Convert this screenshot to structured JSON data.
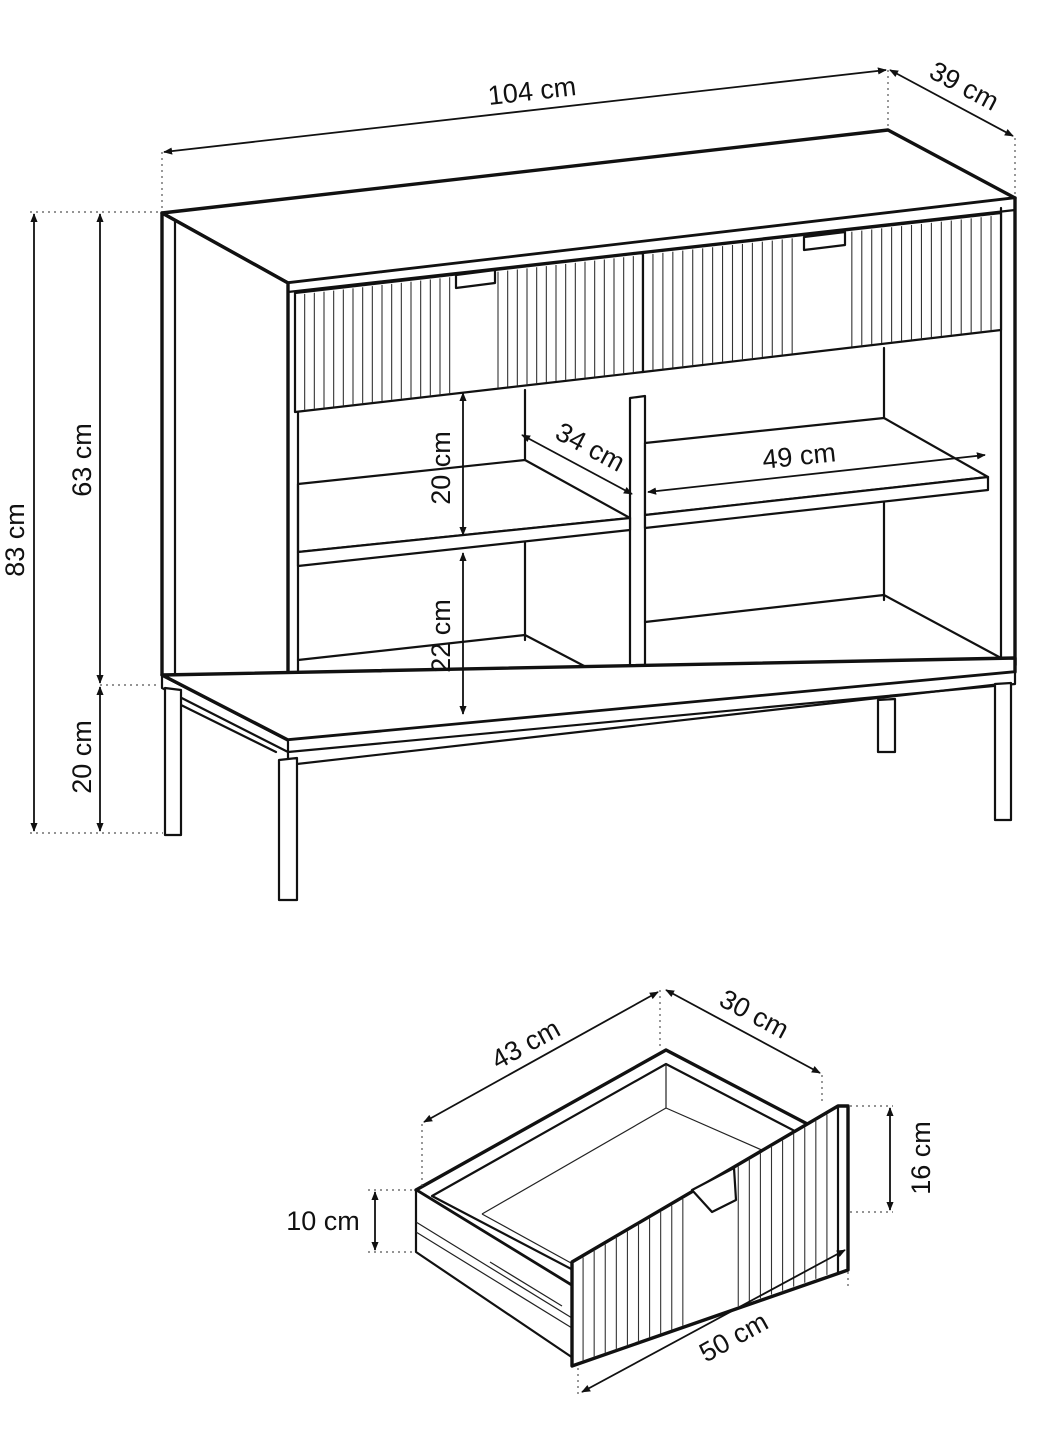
{
  "dimensions": {
    "cabinet_width": "104 cm",
    "cabinet_depth": "39 cm",
    "total_height": "83 cm",
    "body_height": "63 cm",
    "leg_height": "20 cm",
    "upper_shelf_height": "20 cm",
    "lower_shelf_height": "22 cm",
    "shelf_depth": "34 cm",
    "shelf_width": "49 cm",
    "drawer_length": "43 cm",
    "drawer_depth": "30 cm",
    "drawer_height": "10 cm",
    "drawer_front_height": "16 cm",
    "drawer_front_width": "50 cm"
  }
}
